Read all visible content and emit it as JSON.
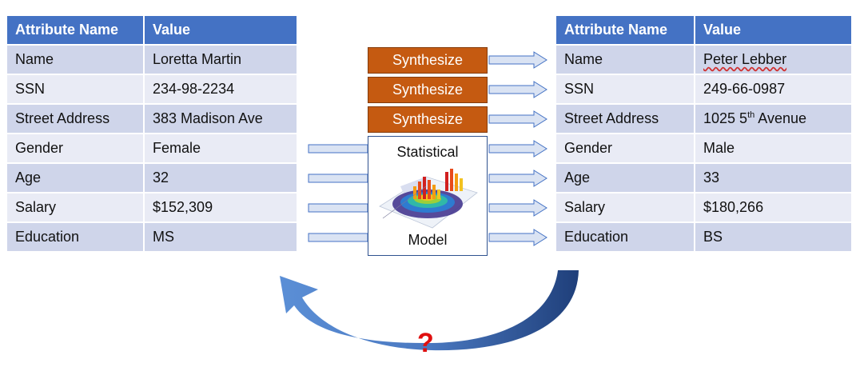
{
  "left_table": {
    "header": [
      "Attribute Name",
      "Value"
    ],
    "rows": [
      [
        "Name",
        "Loretta Martin"
      ],
      [
        "SSN",
        "234-98-2234"
      ],
      [
        "Street Address",
        "383 Madison Ave"
      ],
      [
        "Gender",
        "Female"
      ],
      [
        "Age",
        "32"
      ],
      [
        "Salary",
        "$152,309"
      ],
      [
        "Education",
        "MS"
      ]
    ]
  },
  "right_table": {
    "header": [
      "Attribute Name",
      "Value"
    ],
    "rows": [
      [
        "Name",
        "Peter Lebber"
      ],
      [
        "SSN",
        "249-66-0987"
      ],
      [
        "Street Address",
        "1025 5th Avenue"
      ],
      [
        "Gender",
        "Male"
      ],
      [
        "Age",
        "33"
      ],
      [
        "Salary",
        "$180,266"
      ],
      [
        "Education",
        "BS"
      ]
    ]
  },
  "address_parts": {
    "number": "1025 5",
    "sup": "th",
    "rest": " Avenue"
  },
  "synthesize_labels": [
    "Synthesize",
    "Synthesize",
    "Synthesize"
  ],
  "model": {
    "top_label": "Statistical",
    "bottom_label": "Model",
    "icon": "3d-histogram-surface-icon"
  },
  "question_mark": "?",
  "colors": {
    "header_bg": "#4472c4",
    "row_odd": "#cfd5ea",
    "row_even": "#e9ebf5",
    "synth_bg": "#c55a11",
    "arrow_fill": "#dae3f3",
    "arrow_stroke": "#4472c4",
    "curve": "#2f5597",
    "question": "#e01010"
  }
}
